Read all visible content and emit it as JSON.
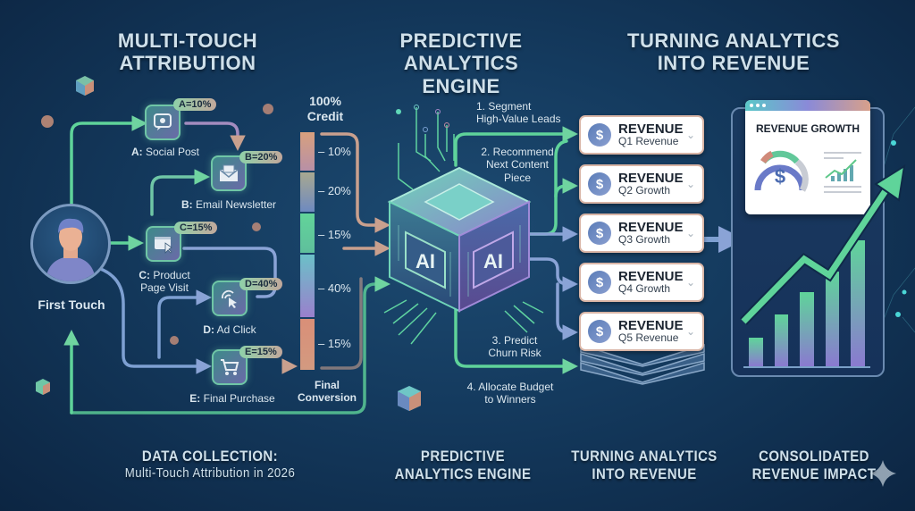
{
  "headers": {
    "left": "MULTI-TOUCH\nATTRIBUTION",
    "left_l1": "MULTI-TOUCH",
    "left_l2": "ATTRIBUTION",
    "mid_l1": "PREDICTIVE",
    "mid_l2": "ANALYTICS ENGINE",
    "right_l1": "TURNING ANALYTICS",
    "right_l2": "INTO REVENUE"
  },
  "first_touch": {
    "label": "First Touch",
    "icon": "user-avatar-icon"
  },
  "touchpoints": [
    {
      "id": "A",
      "badge": "A=10%",
      "label_key": "A:",
      "label": "Social Post",
      "icon": "chat-bubble-icon"
    },
    {
      "id": "B",
      "badge": "B=20%",
      "label_key": "B:",
      "label": "Email Newsletter",
      "icon": "envelope-icon"
    },
    {
      "id": "C",
      "badge": "C=15%",
      "label_key": "C:",
      "label": "Product Page Visit",
      "label_l1": "Product",
      "label_l2": "Page Visit",
      "icon": "browser-cursor-icon"
    },
    {
      "id": "D",
      "badge": "D=40%",
      "label_key": "D:",
      "label": "Ad Click",
      "icon": "click-pointer-icon"
    },
    {
      "id": "E",
      "badge": "E=15%",
      "label_key": "E:",
      "label": "Final Purchase",
      "icon": "shopping-cart-icon"
    }
  ],
  "credit_bar": {
    "title_l1": "100%",
    "title_l2": "Credit",
    "segments": [
      {
        "pct": "10%",
        "color": "#c99a86"
      },
      {
        "pct": "20%",
        "color": "#7e98b8"
      },
      {
        "pct": "15%",
        "color": "#5fc79a"
      },
      {
        "pct": "40%",
        "color": "#7f8ad0"
      },
      {
        "pct": "15%",
        "color": "#d98f78"
      }
    ],
    "footer_l1": "Final",
    "footer_l2": "Conversion"
  },
  "engine": {
    "chip_label_left": "AI",
    "chip_label_right": "AI",
    "steps": [
      {
        "l1": "1. Segment",
        "l2": "High-Value Leads"
      },
      {
        "l1": "2. Recommend",
        "l2": "Next Content",
        "l3": "Piece"
      },
      {
        "l1": "3. Predict",
        "l2": "Churn Risk"
      },
      {
        "l1": "4. Allocate Budget",
        "l2": "to Winners"
      }
    ]
  },
  "revenue_cards": [
    {
      "title": "REVENUE",
      "sub": "Q1 Revenue"
    },
    {
      "title": "REVENUE",
      "sub": "Q2 Growth"
    },
    {
      "title": "REVENUE",
      "sub": "Q3 Growth"
    },
    {
      "title": "REVENUE",
      "sub": "Q4 Growth"
    },
    {
      "title": "REVENUE",
      "sub": "Q5 Revenue"
    }
  ],
  "dashboard": {
    "title": "REVENUE GROWTH",
    "currency": "$",
    "bars": [
      18,
      32,
      48,
      62,
      92
    ]
  },
  "footer": {
    "c1_title": "DATA COLLECTION:",
    "c1_sub": "Multi-Touch Attribution in 2026",
    "c2_l1": "PREDICTIVE",
    "c2_l2": "ANALYTICS ENGINE",
    "c3_l1": "TURNING ANALYTICS",
    "c3_l2": "INTO REVENUE",
    "c4_l1": "CONSOLIDATED",
    "c4_l2": "REVENUE IMPACT"
  },
  "coin_symbol": "$",
  "chevron": "⌄"
}
